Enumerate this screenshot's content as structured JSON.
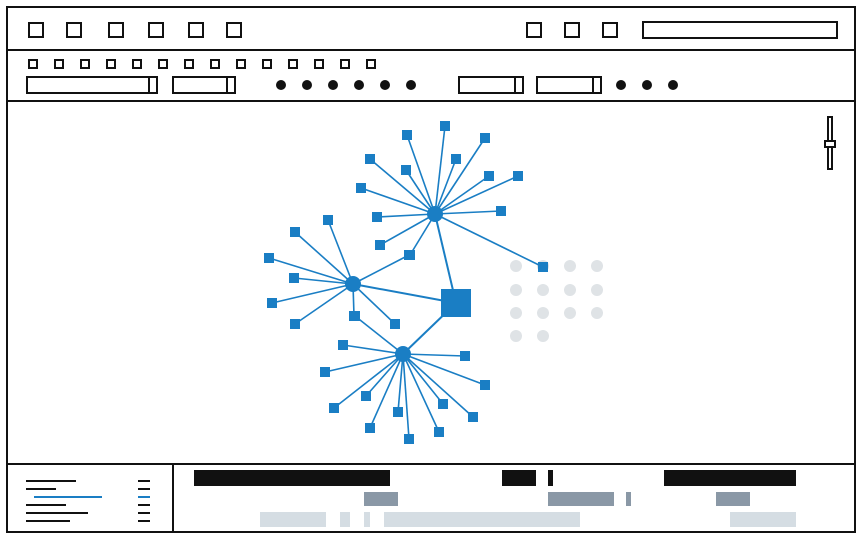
{
  "colors": {
    "accent": "#1a7ec4",
    "ink": "#111111",
    "ghost": "#dfe3e6",
    "mid_gray": "#8a98a6",
    "light_gray": "#d5dde3"
  },
  "toolbar": {
    "primary_buttons": [
      "icon",
      "icon",
      "icon",
      "icon",
      "icon",
      "icon"
    ],
    "right_buttons": [
      "icon",
      "icon",
      "icon"
    ]
  },
  "graph": {
    "hub": "square-node",
    "clusters": [
      "cluster-top",
      "cluster-left",
      "cluster-bottom"
    ]
  },
  "icons": [
    "square-button-icon",
    "dot-icon",
    "zoom-slider-icon",
    "list-icon"
  ]
}
